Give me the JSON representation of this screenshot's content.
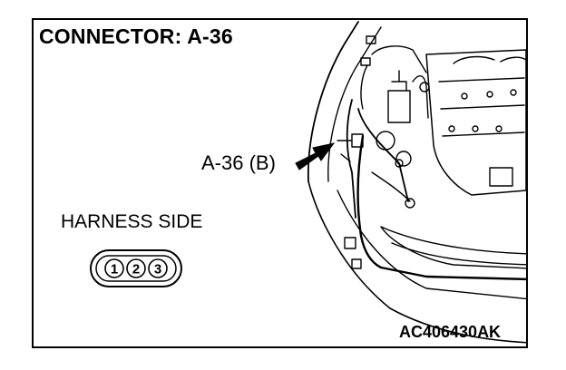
{
  "title": "CONNECTOR: A-36",
  "callout_label": "A-36 (B)",
  "harness_label": "HARNESS SIDE",
  "connector_pins": [
    "1",
    "2",
    "3"
  ],
  "figure_code": "AC406430AK"
}
